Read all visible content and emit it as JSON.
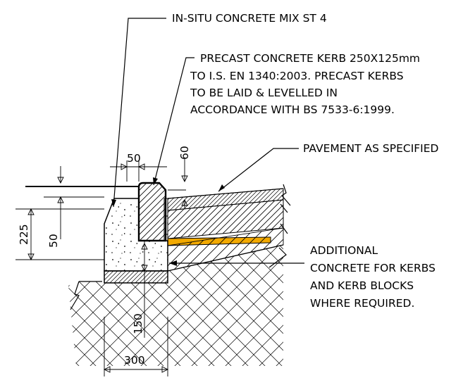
{
  "annotations": {
    "concrete_mix": "IN-SITU CONCRETE MIX ST 4",
    "kerb_lines": [
      "PRECAST CONCRETE KERB 250X125mm",
      "TO I.S. EN 1340:2003. PRECAST KERBS",
      "TO BE LAID & LEVELLED IN",
      "ACCORDANCE WITH BS 7533-6:1999."
    ],
    "pavement": "PAVEMENT AS SPECIFIED",
    "additional_lines": [
      "ADDITIONAL",
      "CONCRETE FOR KERBS",
      "AND KERB BLOCKS",
      "WHERE REQUIRED."
    ]
  },
  "dimensions": {
    "top_width": "50",
    "upstand": "60",
    "overall_height": "225",
    "left_height": "50",
    "haunch_depth": "150",
    "base_width": "300"
  },
  "colors": {
    "line": "#000000",
    "bedding_layer": "#f2a900"
  }
}
